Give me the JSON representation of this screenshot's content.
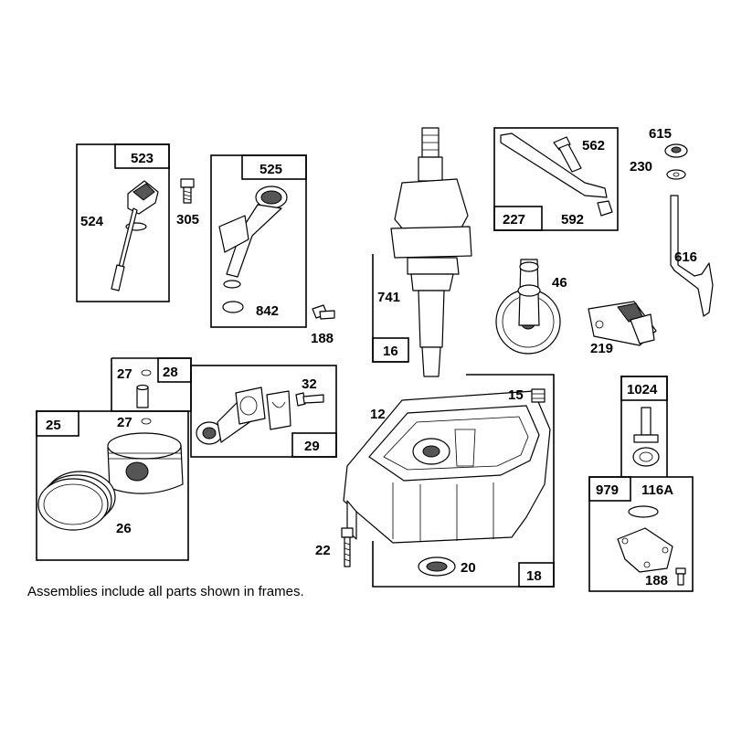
{
  "labels": {
    "f523": "523",
    "p524": "524",
    "p305": "305",
    "f525": "525",
    "p842": "842",
    "p188a": "188",
    "f16": "16",
    "p741": "741",
    "f227": "227",
    "p562": "562",
    "p592": "592",
    "p615": "615",
    "p230": "230",
    "p616": "616",
    "p46": "46",
    "p219": "219",
    "p27a": "27",
    "f28": "28",
    "p32": "32",
    "f29": "29",
    "f25": "25",
    "p27b": "27",
    "p26": "26",
    "p12": "12",
    "p15": "15",
    "p22": "22",
    "p20": "20",
    "f18": "18",
    "f1024": "1024",
    "f979": "979",
    "p116a": "116A",
    "p188b": "188"
  },
  "footnote": "Assemblies include all parts shown in frames."
}
